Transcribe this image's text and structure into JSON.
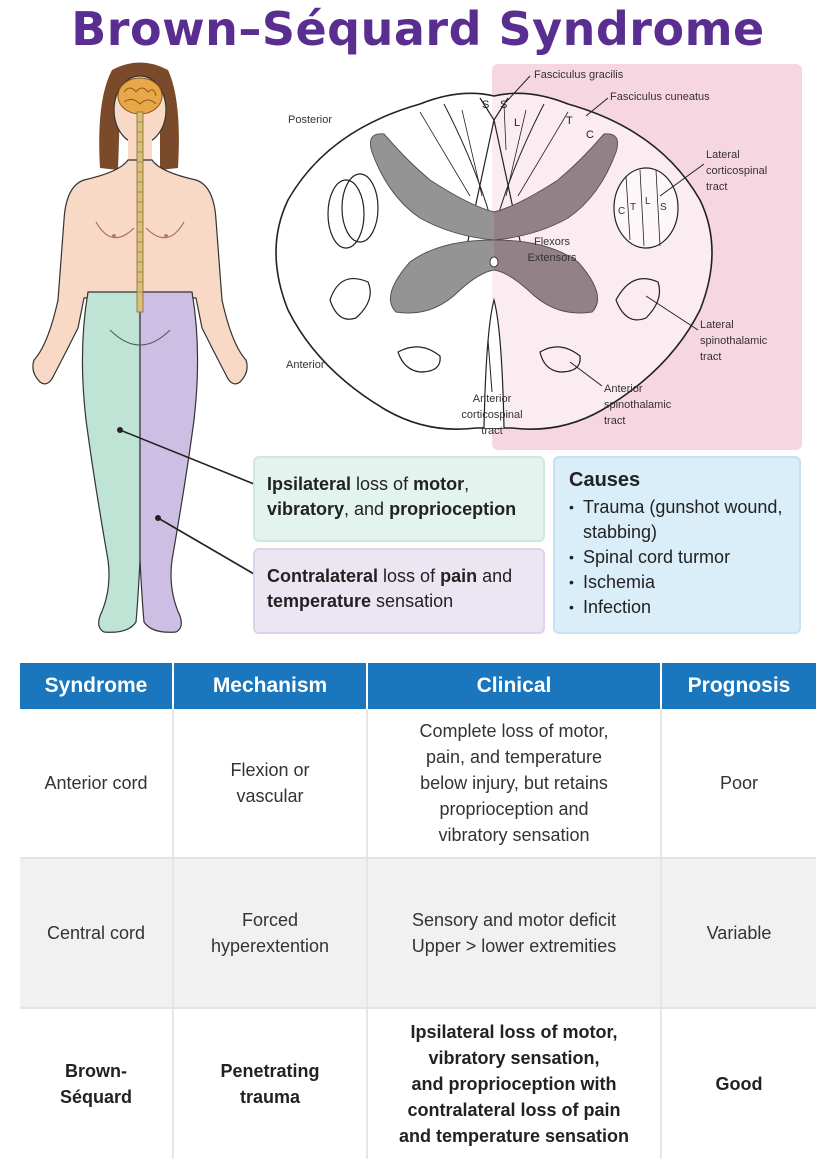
{
  "title": "Brown–Séquard Syndrome",
  "cord_labels": {
    "posterior": "Posterior",
    "anterior": "Anterior",
    "fasciculus_gracilis": "Fasciculus gracilis",
    "fasciculus_cuneatus": "Fasciculus cuneatus",
    "lateral_corticospinal": [
      "Lateral",
      "corticospinal",
      "tract"
    ],
    "lateral_spinothalamic": [
      "Lateral",
      "spinothalamic",
      "tract"
    ],
    "anterior_spinothalamic": [
      "Anterior",
      "spinothalamic",
      "tract"
    ],
    "anterior_corticospinal": [
      "Anterior",
      "corticospinal",
      "tract"
    ],
    "flexors": "Flexors",
    "extensors": "Extensors",
    "dorsal_letters": [
      "S",
      "S",
      "L",
      "T",
      "C"
    ],
    "lateral_letters": [
      "C",
      "T",
      "L",
      "S"
    ]
  },
  "ipsilateral_box": {
    "strong1": "Ipsilateral",
    "text1": " loss of ",
    "strong2": "motor",
    "text2": ",",
    "strong3": "vibratory",
    "text3": ", and ",
    "strong4": "proprioception"
  },
  "contralateral_box": {
    "strong1": "Contralateral",
    "text1": " loss of ",
    "strong2": "pain",
    "text2": " and",
    "strong3": "temperature",
    "text3": " sensation"
  },
  "causes": {
    "title": "Causes",
    "items": [
      "Trauma (gunshot wound, stabbing)",
      "Spinal cord turmor",
      "Ischemia",
      "Infection"
    ]
  },
  "table": {
    "headers": [
      "Syndrome",
      "Mechanism",
      "Clinical",
      "Prognosis"
    ],
    "rows": [
      [
        "Anterior cord",
        "Flexion or\nvascular",
        "Complete loss of motor,\npain, and temperature\nbelow injury, but retains\nproprioception and\nvibratory sensation",
        "Poor"
      ],
      [
        "Central cord",
        "Forced\nhyperextention",
        "Sensory and motor deficit\nUpper > lower extremities",
        "Variable"
      ],
      [
        "Brown-\nSéquard",
        "Penetrating\ntrauma",
        "Ipsilateral loss of motor,\nvibratory sensation,\nand proprioception with\ncontralateral loss of pain\nand temperature sensation",
        "Good"
      ]
    ]
  },
  "colors": {
    "title": "#5a2d91",
    "header_bg": "#1a77bd",
    "ipsilateral_leg": "#bfe4d6",
    "contralateral_leg": "#cdbfe4",
    "highlight": "#f6d6e0"
  }
}
